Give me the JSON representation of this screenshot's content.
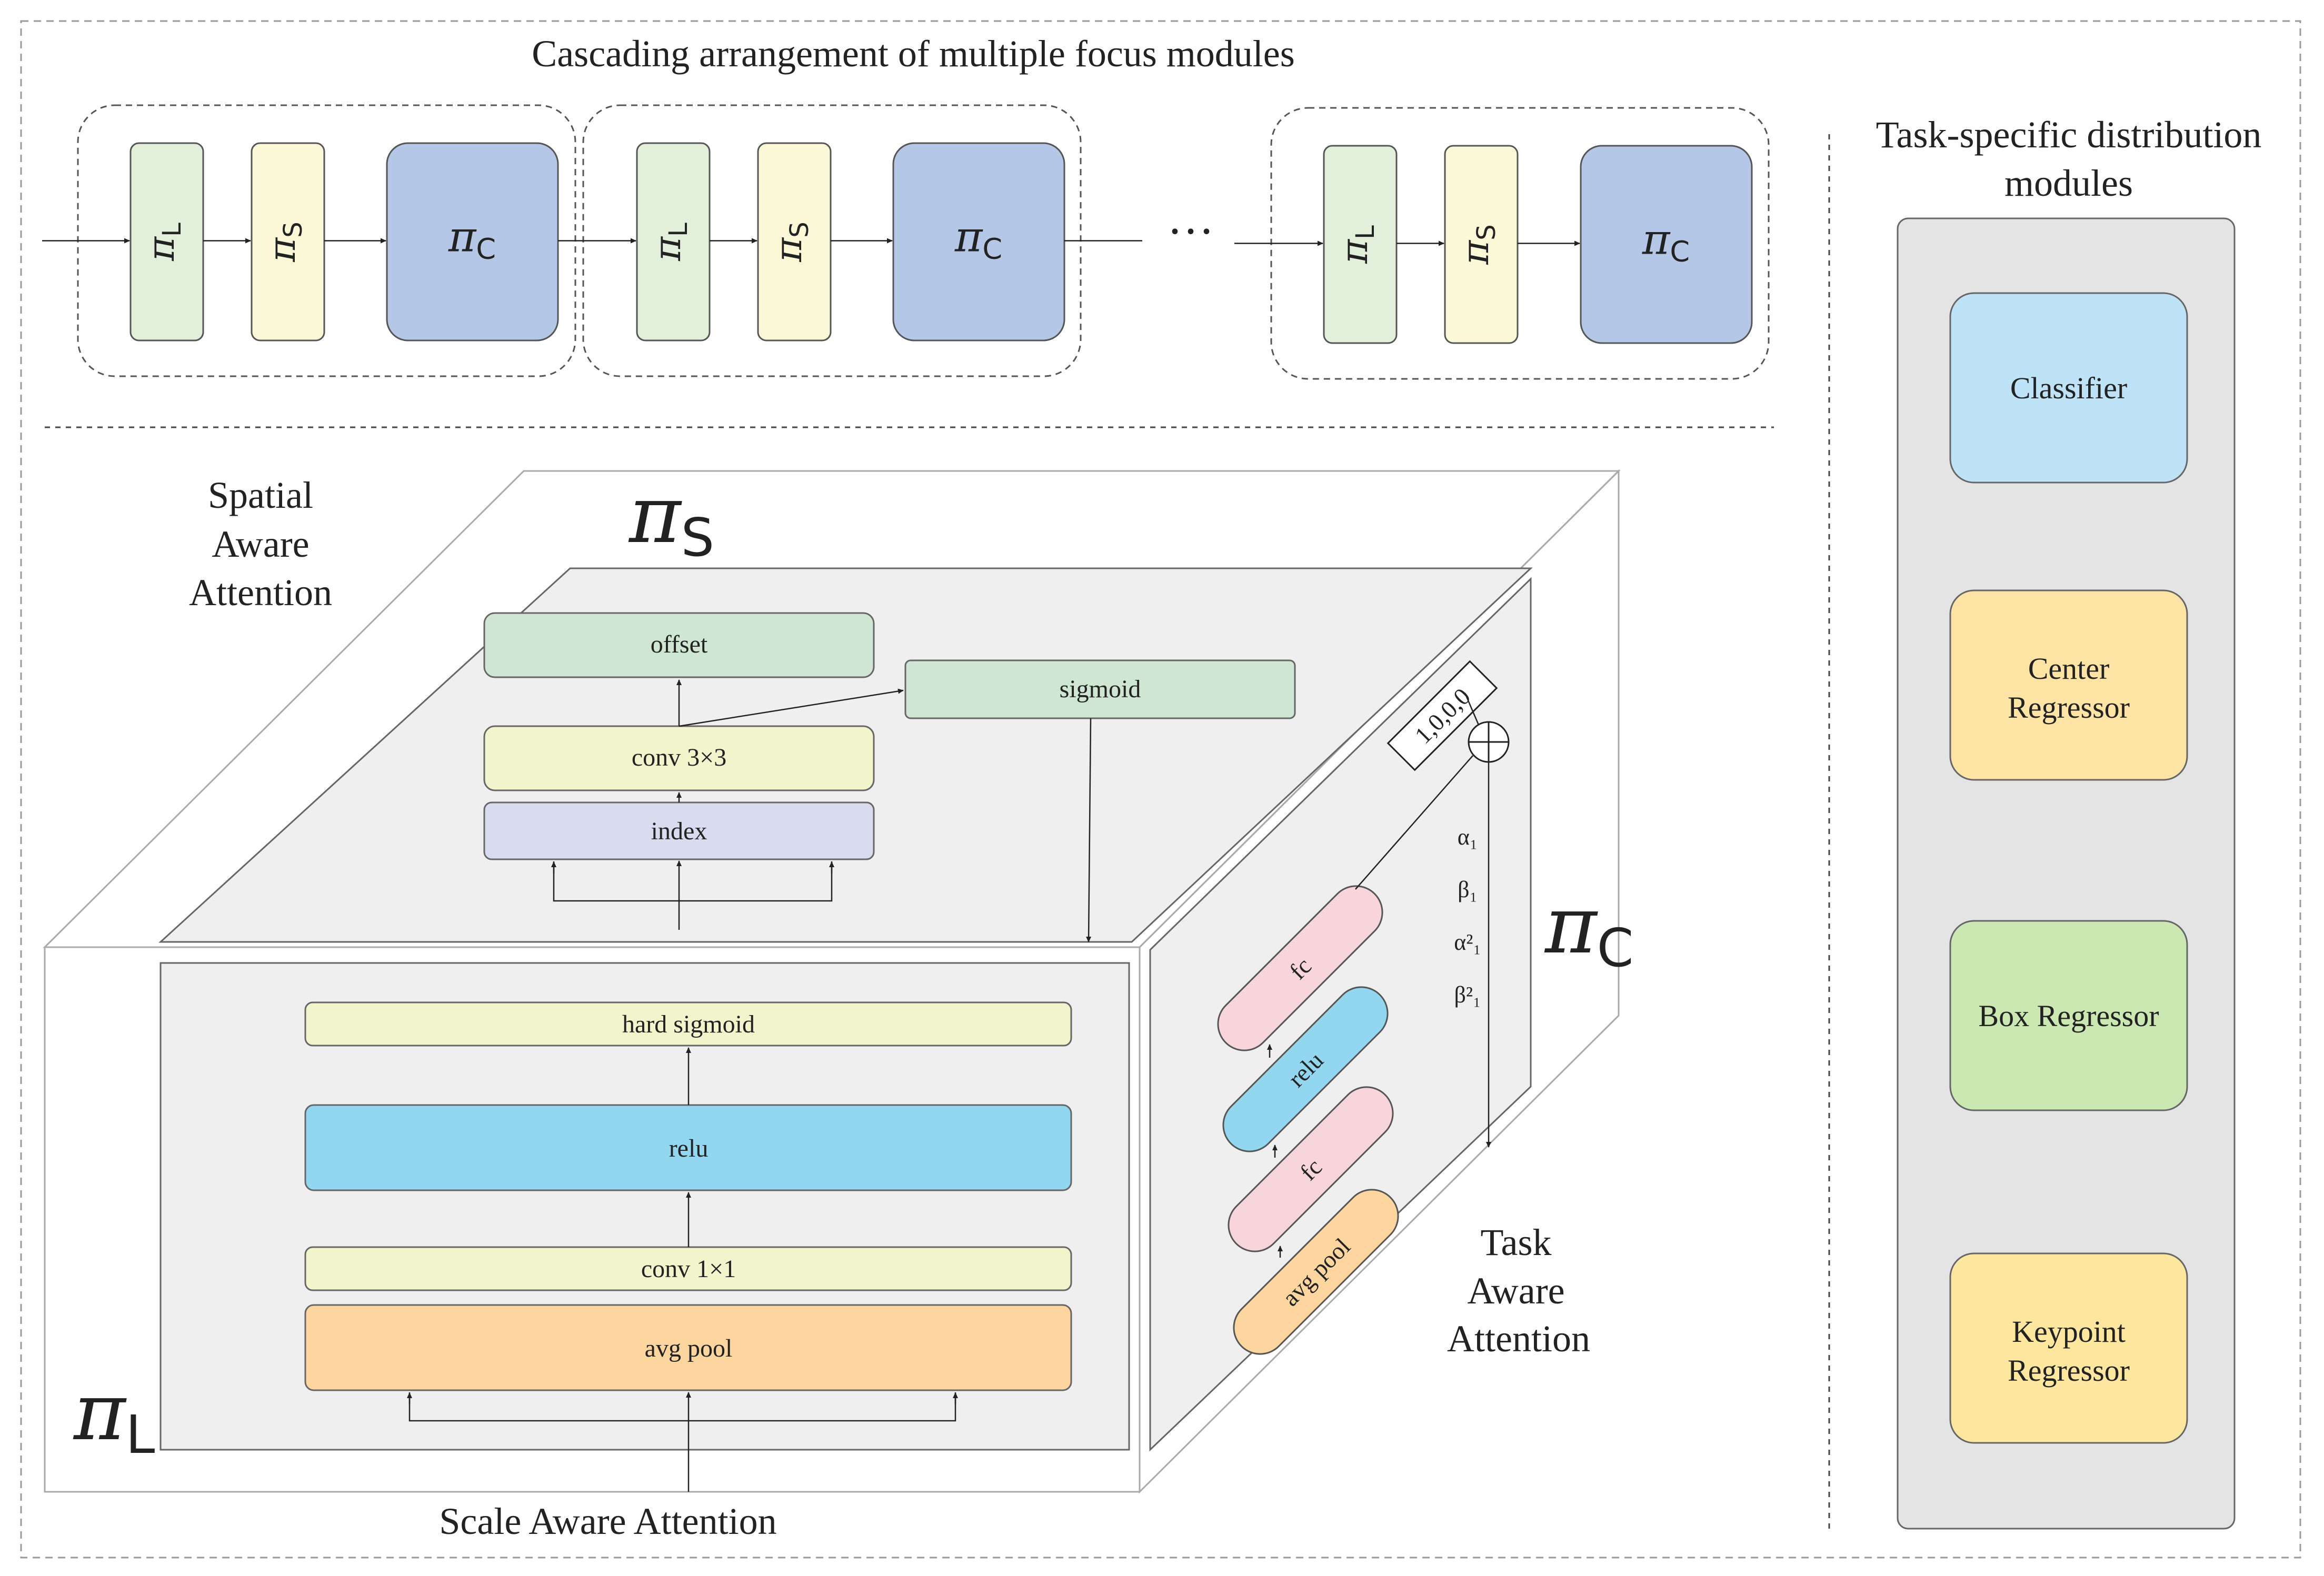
{
  "top": {
    "title": "Cascading arrangement of multiple focus modules",
    "module_labels": {
      "pi": "π",
      "L": "L",
      "S": "S",
      "C": "C"
    },
    "ellipsis": "···"
  },
  "right_panel": {
    "title_line1": "Task-specific distribution",
    "title_line2": "modules",
    "boxes": [
      {
        "line1": "Classifier",
        "line2": "",
        "color": "#bfe3f6"
      },
      {
        "line1": "Center",
        "line2": "Regressor",
        "color": "#fde3a4"
      },
      {
        "line1": "Box Regressor",
        "line2": "",
        "color": "#cbe8b2"
      },
      {
        "line1": "Keypoint",
        "line2": "Regressor",
        "color": "#fde79f"
      }
    ]
  },
  "cube": {
    "spatial_label": [
      "Spatial",
      "Aware",
      "Attention"
    ],
    "task_label": [
      "Task",
      "Aware",
      "Attention"
    ],
    "scale_label": "Scale Aware Attention",
    "pi_s": {
      "pi": "π",
      "sub": "S"
    },
    "pi_c": {
      "pi": "π",
      "sub": "C"
    },
    "pi_l": {
      "pi": "π",
      "sub": "L"
    },
    "top_face": {
      "offset": "offset",
      "sigmoid": "sigmoid",
      "conv3": "conv 3×3",
      "index": "index"
    },
    "front_face": {
      "hard_sigmoid": "hard sigmoid",
      "relu": "relu",
      "conv1": "conv 1×1",
      "avg_pool": "avg pool"
    },
    "side_face": {
      "init_vec": "1,0,0,0",
      "params": [
        "α₁",
        "β₁",
        "α²₁",
        "β²₁"
      ],
      "fc_top": "fc",
      "relu": "relu",
      "fc_bottom": "fc",
      "avg_pool": "avg pool"
    }
  },
  "colors": {
    "pi_l": "#e2efdb",
    "pi_s": "#fbf8d8",
    "pi_c": "#b4c7e7",
    "offset": "#cfe6d2",
    "conv_yellow": "#f2f5cc",
    "index": "#d9dcee",
    "relu": "#92d7ef",
    "avg_pool": "#fdd59e",
    "fc": "#f8d5da"
  }
}
